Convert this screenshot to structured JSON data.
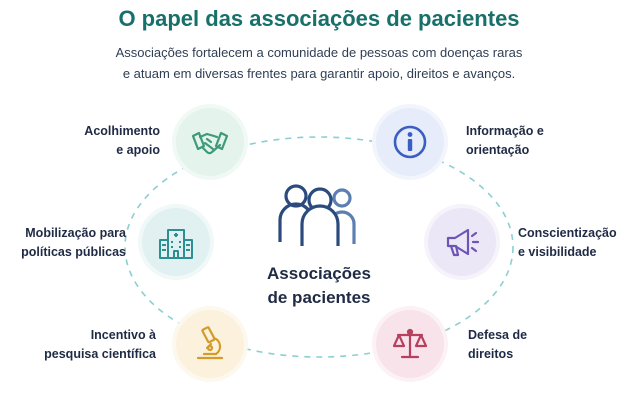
{
  "header": {
    "title": "O papel das associações de pacientes",
    "subtitle_lines": [
      "Associações fortalecem a comunidade de pessoas com doenças raras",
      "e atuam em diversas frentes para garantir apoio, direitos e avanços."
    ]
  },
  "center": {
    "icon": "people-group-icon",
    "label_lines": [
      "Associações",
      "de pacientes"
    ]
  },
  "nodes": [
    {
      "id": "acolhimento",
      "icon": "handshake-icon",
      "color": "#3e9a78",
      "bg": "#e4f3ec",
      "label_lines": [
        "Acolhimento",
        "e apoio"
      ]
    },
    {
      "id": "informacao",
      "icon": "info-icon",
      "color": "#3a5ec2",
      "bg": "#e6ecfa",
      "label_lines": [
        "Informação e",
        "orientação"
      ]
    },
    {
      "id": "mobilizacao",
      "icon": "building-icon",
      "color": "#2e8f93",
      "bg": "#e1f1f1",
      "label_lines": [
        "Mobilização para",
        "políticas públicas"
      ]
    },
    {
      "id": "conscientizacao",
      "icon": "megaphone-icon",
      "color": "#6d55b5",
      "bg": "#ece7f7",
      "label_lines": [
        "Conscientização",
        "e visibilidade"
      ]
    },
    {
      "id": "pesquisa",
      "icon": "microscope-icon",
      "color": "#d39a2c",
      "bg": "#fbf1dc",
      "label_lines": [
        "Incentivo à",
        "pesquisa científica"
      ]
    },
    {
      "id": "defesa",
      "icon": "scales-icon",
      "color": "#b8405f",
      "bg": "#f8e3ea",
      "label_lines": [
        "Defesa de",
        "direitos"
      ]
    }
  ],
  "colors": {
    "title": "#17706a",
    "text": "#1f2a44",
    "ring": "#8ccfd0",
    "people": "#2b4a7d"
  }
}
